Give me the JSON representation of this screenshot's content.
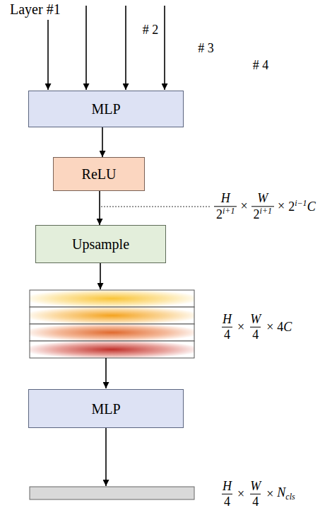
{
  "diagram": {
    "nodes": [
      {
        "text": [
          "MLP"
        ]
      },
      {
        "text": [
          "ReLU"
        ]
      },
      {
        "text": [
          "Upsample"
        ]
      },
      {
        "text": [
          "MLP"
        ]
      }
    ],
    "edges": [
      {
        "from": 0,
        "to": 1,
        "arrow": "to"
      },
      {
        "from": 1,
        "to": 2,
        "arrow": "to"
      }
    ],
    "labels": [
      "Layer #1",
      "# 2",
      "# 3",
      "# 4",
      "H",
      "2",
      "i+1",
      "×",
      "W",
      "2",
      "i+1",
      "×",
      "2",
      "i−1",
      "C",
      "H",
      "4",
      "×",
      "W",
      "4",
      "×",
      "4",
      "C",
      "H",
      "4",
      "×",
      "W",
      "4",
      "×",
      "N",
      "cls"
    ]
  }
}
